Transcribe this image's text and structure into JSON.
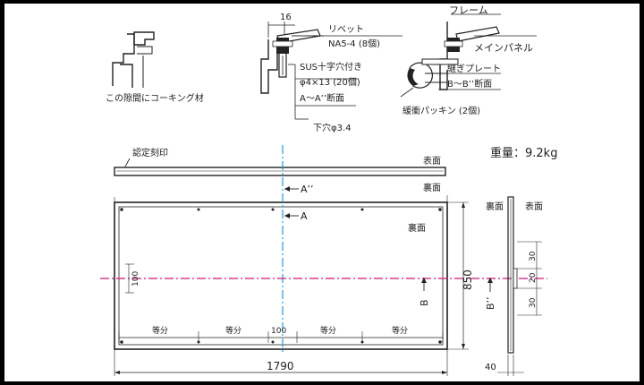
{
  "details": {
    "caulk_label": "この隙間にコーキング材",
    "dim_16": "16",
    "rivet_label": "リベット",
    "rivet_spec": "NA5-4 (8個)",
    "screw_spec": "SUS十字穴付き",
    "screw_size": "φ4×13 (20個)",
    "section_aa": "A～A’’断面",
    "pilot_hole": "下穴φ3.4",
    "frame_label": "フレーム",
    "main_panel_label": "メインパネル",
    "joint_plate_label": "継ぎプレート",
    "section_bb": "B～B’’断面",
    "cushion_label": "緩衝パッキン (2個)"
  },
  "top_view": {
    "cert_stamp_label": "認定刻印",
    "front_label": "表面",
    "back_label": "裏面",
    "weight": "重量：9.2kg"
  },
  "front_view": {
    "marker_a2": "A’’",
    "marker_a": "A",
    "back_label": "裏面",
    "marker_b": "B",
    "marker_b2": "B’’",
    "dim_100_left": "100",
    "dim_100_center": "100",
    "equal_1": "等分",
    "equal_2": "等分",
    "equal_3": "等分",
    "equal_4": "等分",
    "width_dim": "1790",
    "height_dim": "850"
  },
  "side_view": {
    "back_label": "裏面",
    "front_label": "表面",
    "dim_30_top": "30",
    "dim_20": "20",
    "dim_30_bottom": "30",
    "depth_dim": "40"
  },
  "colors": {
    "center_line_vertical": "#1a9fd6",
    "center_line_horizontal": "#d4147c",
    "ink": "#222222"
  }
}
